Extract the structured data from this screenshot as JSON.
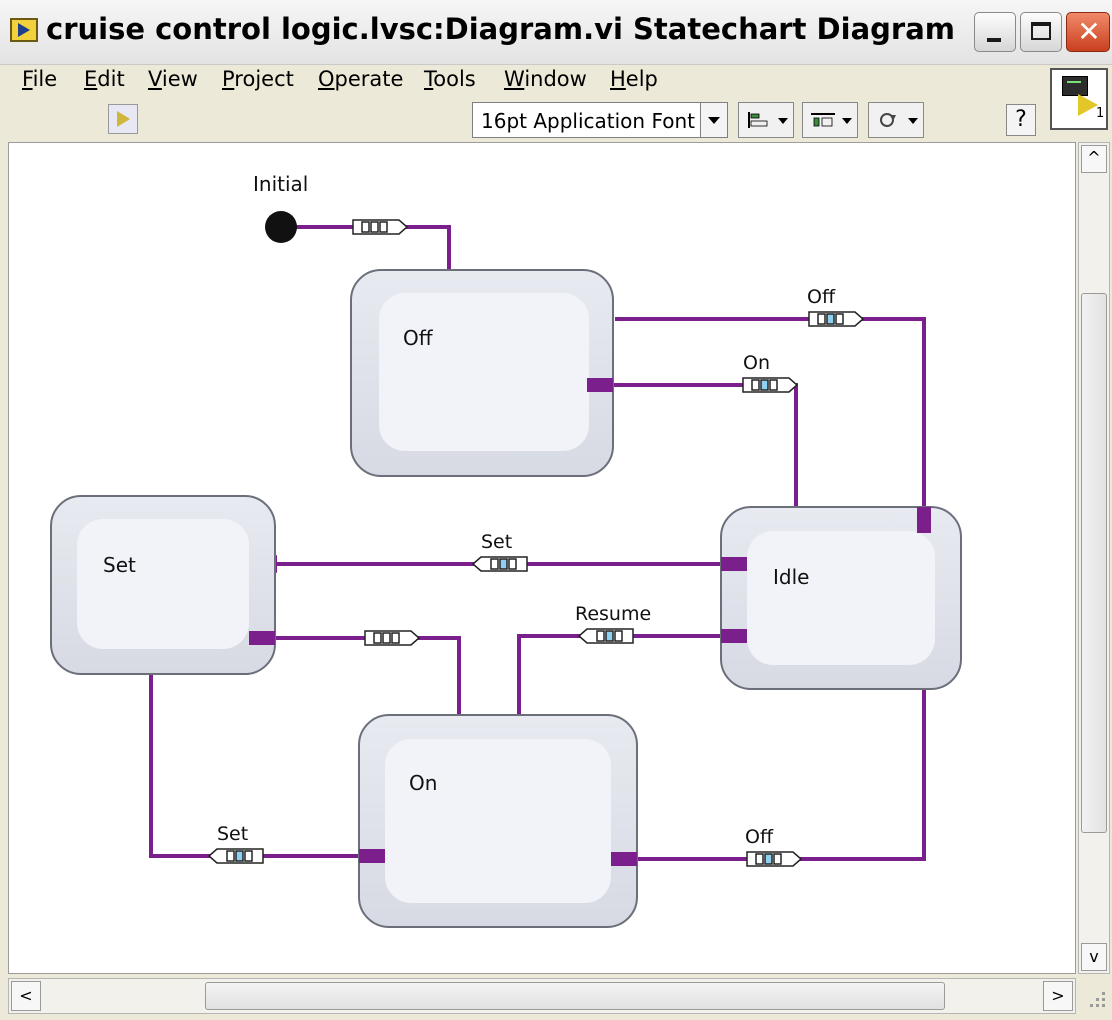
{
  "window": {
    "title": "cruise control logic.lvsc:Diagram.vi Statechart Diagram",
    "minimize_glyph": "_",
    "close_glyph": "✕"
  },
  "menu": {
    "items": [
      {
        "underline": "F",
        "rest": "ile"
      },
      {
        "underline": "E",
        "rest": "dit"
      },
      {
        "underline": "V",
        "rest": "iew"
      },
      {
        "underline": "P",
        "rest": "roject"
      },
      {
        "underline": "O",
        "rest": "perate"
      },
      {
        "underline": "T",
        "rest": "ools"
      },
      {
        "underline": "W",
        "rest": "indow"
      },
      {
        "underline": "H",
        "rest": "elp"
      }
    ]
  },
  "toolbar": {
    "font_select_value": "16pt Application Font",
    "help_glyph": "?"
  },
  "vi_icon": {
    "number": "1"
  },
  "diagram": {
    "initial_label": "Initial",
    "states": {
      "off": "Off",
      "set": "Set",
      "idle": "Idle",
      "on": "On"
    },
    "transitions": {
      "idle_to_off": "Off",
      "off_to_idle": "On",
      "idle_to_set": "Set",
      "idle_to_on": "Resume",
      "on_to_set": "Set",
      "on_to_idle": "Off"
    },
    "colors": {
      "wire": "#7a1f8c",
      "state_fill": "#e2e5ee",
      "state_inner": "#f2f4fa",
      "queue_blue": "#8fd0f0"
    }
  },
  "scrollbars": {
    "up_glyph": "^",
    "down_glyph": "v",
    "left_glyph": "<",
    "right_glyph": ">"
  }
}
